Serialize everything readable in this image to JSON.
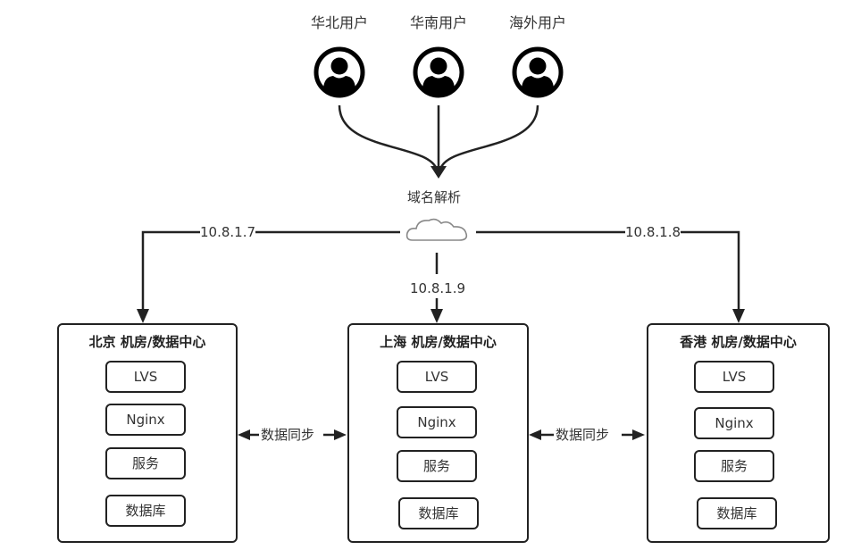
{
  "users": [
    {
      "label": "华北用户",
      "icon": "user-avatar-icon"
    },
    {
      "label": "华南用户",
      "icon": "user-avatar-icon"
    },
    {
      "label": "海外用户",
      "icon": "user-avatar-icon"
    }
  ],
  "dns": {
    "label": "域名解析",
    "icon": "cloud-icon"
  },
  "routes": {
    "left_ip": "10.8.1.7",
    "center_ip": "10.8.1.9",
    "right_ip": "10.8.1.8"
  },
  "datacenters": [
    {
      "title": "北京 机房/数据中心",
      "components": [
        "LVS",
        "Nginx",
        "服务",
        "数据库"
      ]
    },
    {
      "title": "上海 机房/数据中心",
      "components": [
        "LVS",
        "Nginx",
        "服务",
        "数据库"
      ]
    },
    {
      "title": "香港 机房/数据中心",
      "components": [
        "LVS",
        "Nginx",
        "服务",
        "数据库"
      ]
    }
  ],
  "sync": [
    {
      "label": "数据同步"
    },
    {
      "label": "数据同步"
    }
  ]
}
